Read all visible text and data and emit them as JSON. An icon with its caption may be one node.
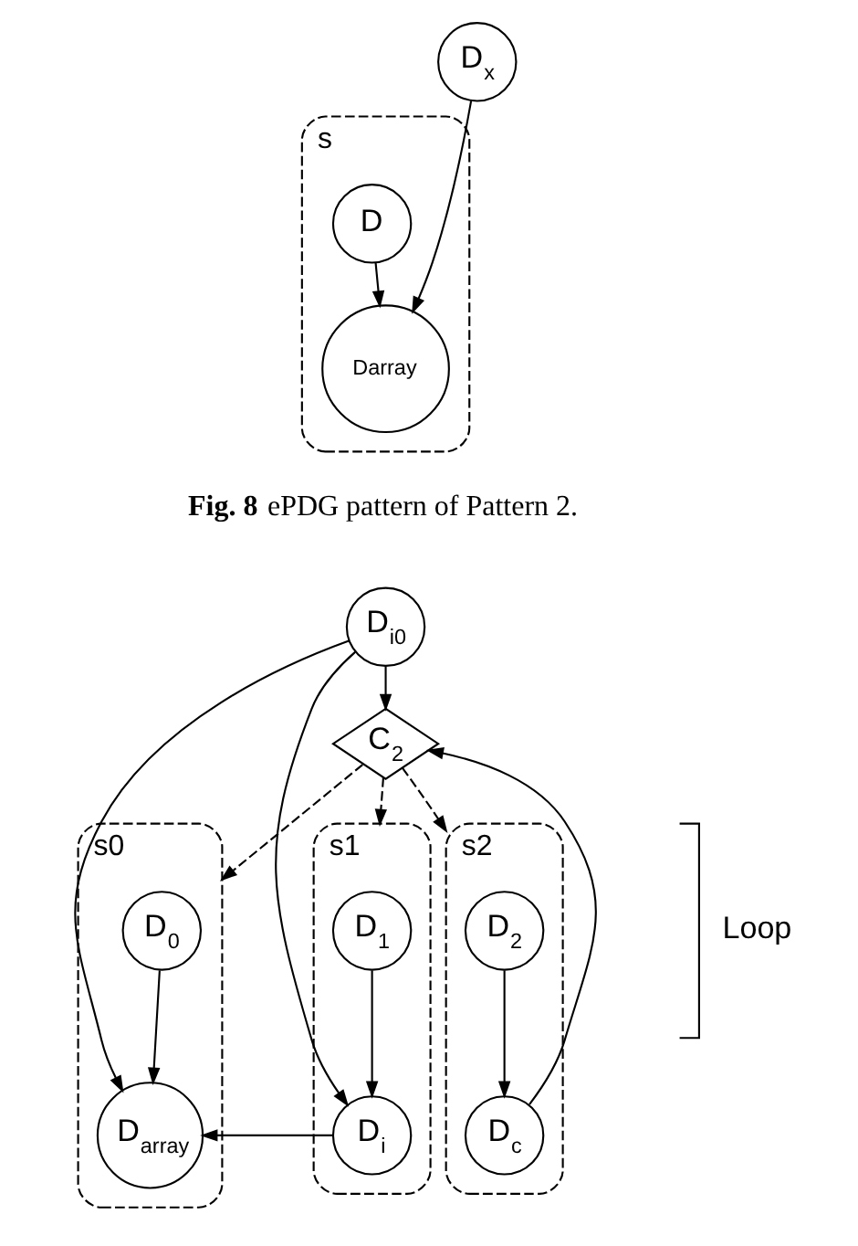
{
  "diagram": {
    "nodes": [
      {
        "text": [
          "D$_{x}$"
        ]
      },
      {
        "text": [
          "s"
        ]
      },
      {
        "text": [
          "D"
        ],
        "in": 1
      },
      {
        "text": [
          "Darray"
        ],
        "in": 1
      },
      {
        "text": [
          "D$_{i0}$"
        ]
      },
      {
        "text": [
          "C$_{2}$"
        ]
      },
      {
        "text": [
          "s0"
        ]
      },
      {
        "text": [
          "D$_{0}$"
        ],
        "in": 6
      },
      {
        "text": [
          "D$_{array}$"
        ],
        "in": 6
      },
      {
        "text": [
          "s1"
        ]
      },
      {
        "text": [
          "D$_{1}$"
        ],
        "in": 9
      },
      {
        "text": [
          "D$_{i}$"
        ],
        "in": 9
      },
      {
        "text": [
          "s2"
        ]
      },
      {
        "text": [
          "D$_{2}$"
        ],
        "in": 12
      },
      {
        "text": [
          "D$_{c}$"
        ],
        "in": 12
      }
    ],
    "edges": [
      {
        "from": 2,
        "to": 3,
        "arrow": "to"
      },
      {
        "from": 0,
        "to": 3,
        "arrow": "to"
      },
      {
        "from": 4,
        "to": 5,
        "arrow": "to"
      },
      {
        "from": 4,
        "to": 8,
        "arrow": "to"
      },
      {
        "from": 4,
        "to": 11,
        "arrow": "to"
      },
      {
        "from": 5,
        "to": 6,
        "arrow": "to",
        "style": "dashed"
      },
      {
        "from": 5,
        "to": 9,
        "arrow": "to",
        "style": "dashed"
      },
      {
        "from": 5,
        "to": 12,
        "arrow": "to",
        "style": "dashed"
      },
      {
        "from": 7,
        "to": 8,
        "arrow": "to"
      },
      {
        "from": 10,
        "to": 11,
        "arrow": "to"
      },
      {
        "from": 13,
        "to": 14,
        "arrow": "to"
      },
      {
        "from": 14,
        "to": 5,
        "arrow": "to"
      },
      {
        "from": 11,
        "to": 8,
        "arrow": "to"
      }
    ],
    "labels": [
      "**Fig. 8** ePDG pattern of Pattern 2.",
      "Loop"
    ]
  }
}
